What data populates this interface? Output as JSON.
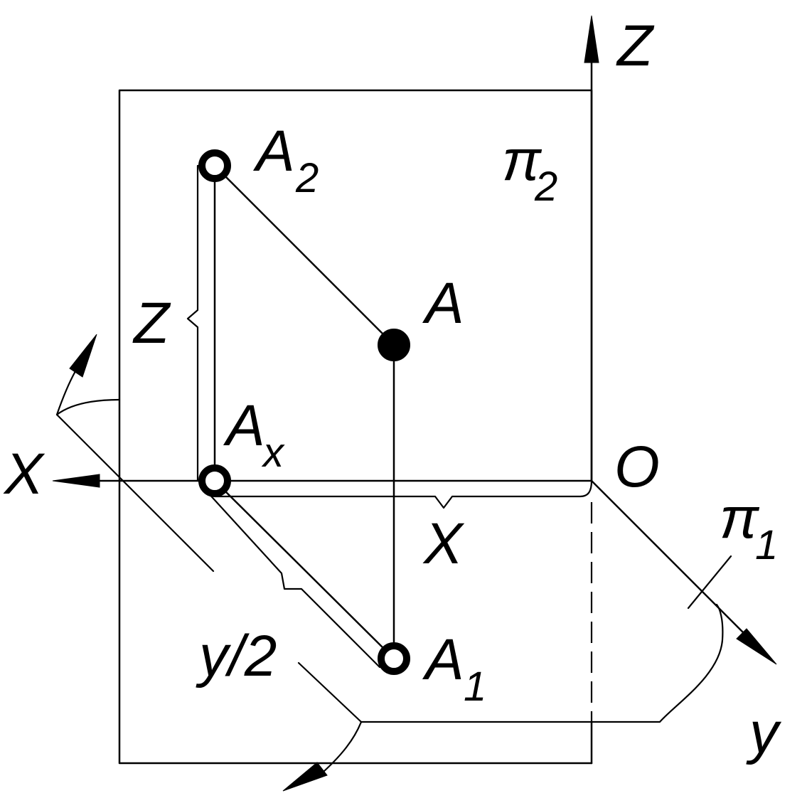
{
  "labels": {
    "axis_z": "Z",
    "axis_x": "X",
    "axis_y": "y",
    "origin": "O",
    "plane_pi2_main": "π",
    "plane_pi2_sub": "2",
    "plane_pi1_main": "π",
    "plane_pi1_sub": "1",
    "point_a": "A",
    "point_a2_main": "A",
    "point_a2_sub": "2",
    "point_ax_main": "A",
    "point_ax_sub": "x",
    "point_a1_main": "A",
    "point_a1_sub": "1",
    "dim_z": "Z",
    "dim_x": "X",
    "dim_y_half": "y/2"
  }
}
